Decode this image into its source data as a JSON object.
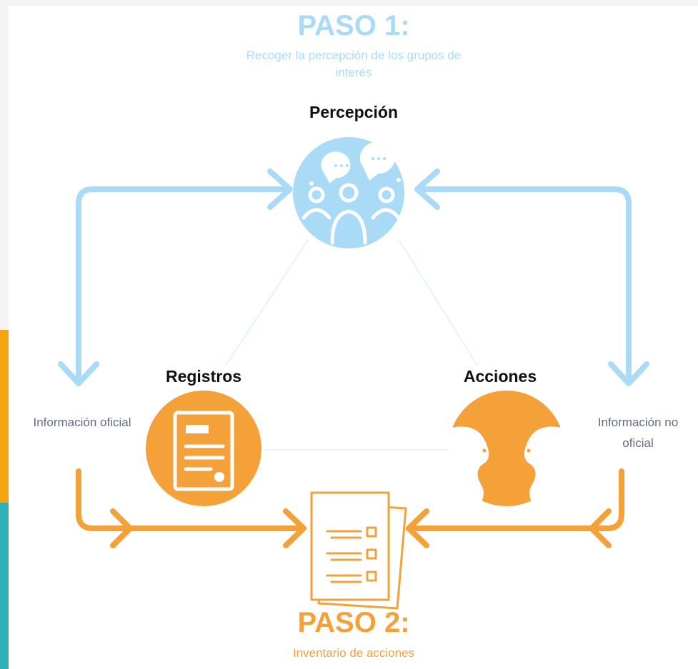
{
  "step1": {
    "title": "PASO 1:",
    "subtitle": "Recoger la percepción de los grupos de interés"
  },
  "nodes": {
    "perception": {
      "label": "Percepción",
      "icon": "stakeholders-speech-icon"
    },
    "records": {
      "label": "Registros",
      "icon": "document-icon"
    },
    "actions": {
      "label": "Acciones",
      "icon": "faces-profile-icon"
    }
  },
  "sources": {
    "official": "Información oficial",
    "unofficial": "Información no oficial"
  },
  "step2": {
    "title": "PASO 2:",
    "subtitle": "Inventario de acciones",
    "icon": "checklist-document-icon"
  },
  "colors": {
    "blue": "#a9dbf7",
    "orange": "#f5a13a",
    "dark_text": "#111111",
    "grey_text": "#666a80",
    "connector": "#e3f4fb"
  }
}
